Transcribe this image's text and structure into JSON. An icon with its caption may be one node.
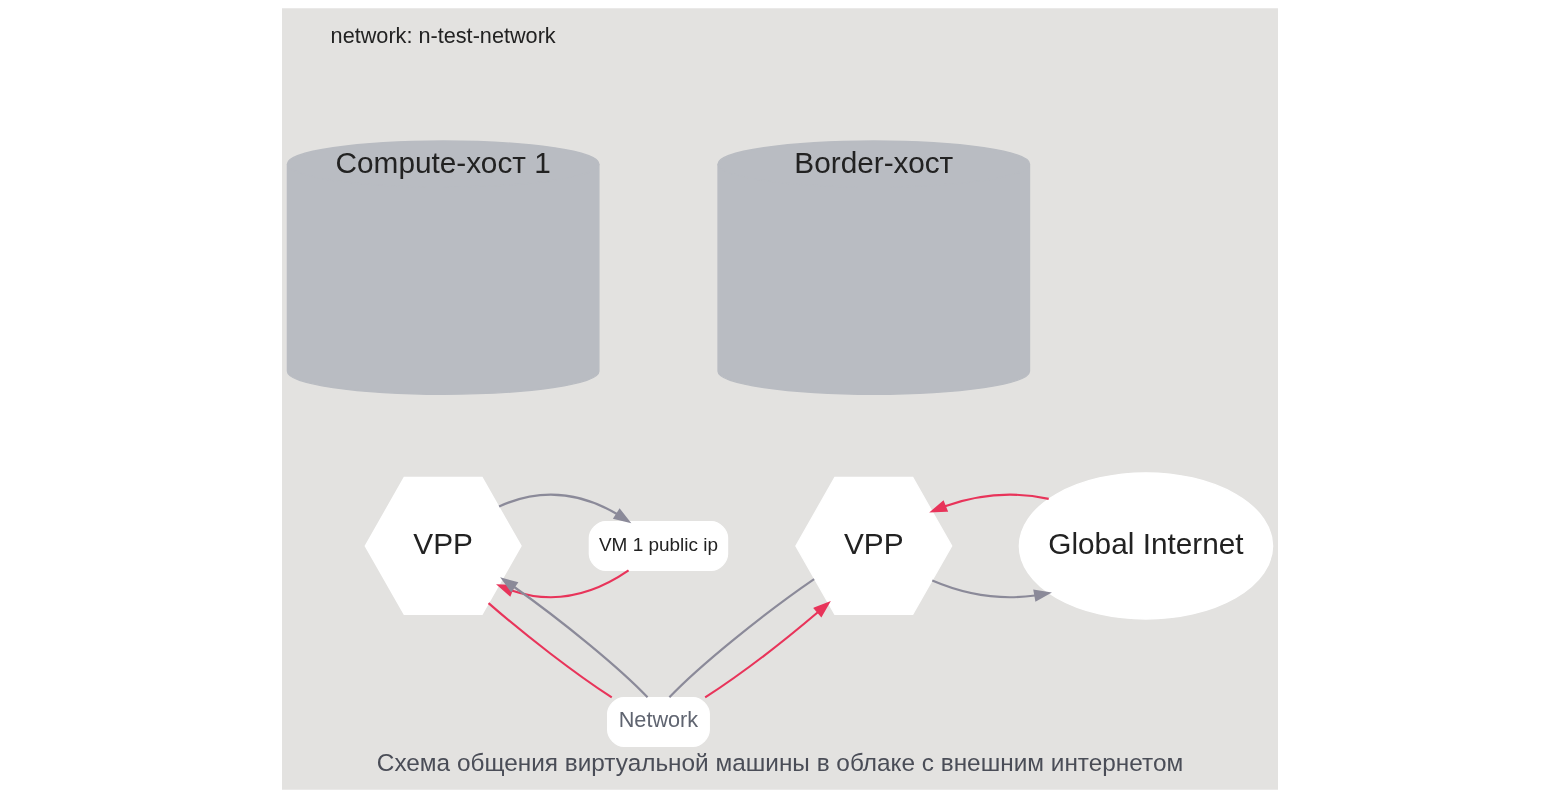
{
  "diagram": {
    "caption": "Схема общения виртуальной машины в облаке с внешним интернетом",
    "nodes": [
      {
        "text": [
          "Compute-хост 1"
        ]
      },
      {
        "text": [
          "Border-хост"
        ]
      },
      {
        "text": [
          "VM 1 public ip"
        ]
      },
      {
        "text": [
          "VPP"
        ]
      },
      {
        "text": [
          "VPP"
        ]
      },
      {
        "text": [
          "Global Internet"
        ]
      },
      {
        "text": [
          "Network"
        ]
      }
    ],
    "edges": [
      {
        "from": 2,
        "to": 3,
        "arrow": "to",
        "color": "#e8345a"
      },
      {
        "from": 3,
        "to": 2,
        "arrow": "to",
        "color": "#8b8a99"
      },
      {
        "from": 4,
        "to": 5,
        "arrow": "to",
        "color": "#8b8a99"
      },
      {
        "from": 5,
        "to": 4,
        "arrow": "to",
        "color": "#e8345a"
      },
      {
        "from": 3,
        "to": 6,
        "arrow": "none",
        "color": "#e8345a"
      },
      {
        "from": 6,
        "to": 4,
        "arrow": "to",
        "color": "#e8345a"
      },
      {
        "from": 4,
        "to": 6,
        "arrow": "none",
        "color": "#8b8a99"
      },
      {
        "from": 6,
        "to": 3,
        "arrow": "to",
        "color": "#8b8a99"
      }
    ],
    "labels": [
      "network: n-test-network"
    ]
  }
}
